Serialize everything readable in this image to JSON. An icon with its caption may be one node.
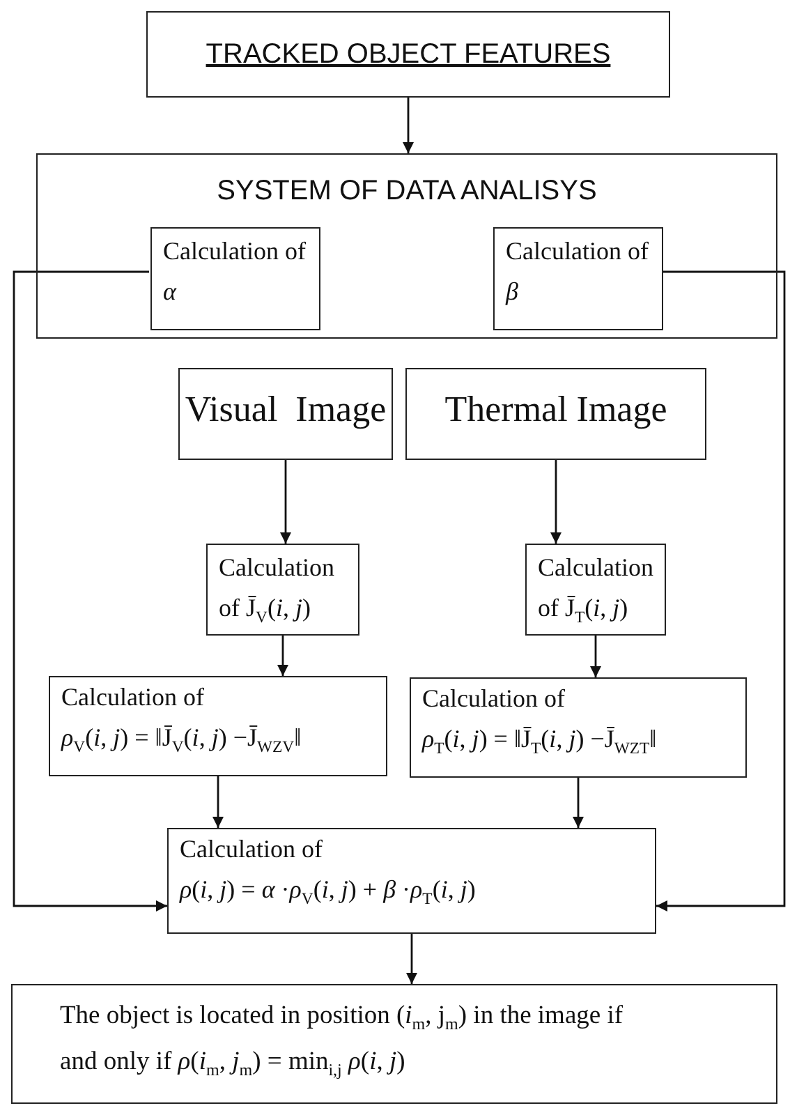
{
  "diagram": {
    "nodes": [
      {
        "text": [
          "TRACKED OBJECT FEATURES"
        ]
      },
      {
        "text": [
          "SYSTEM OF DATA ANALISYS"
        ]
      },
      {
        "text": [
          "Calculation of *α*"
        ],
        "in": 1
      },
      {
        "text": [
          "Calculation of *β*"
        ],
        "in": 1
      },
      {
        "text": [
          "Visual  Image"
        ]
      },
      {
        "text": [
          "Thermal Image"
        ]
      },
      {
        "text": [
          "Calculation of J̄$_{V}$(*i*, *j*)"
        ]
      },
      {
        "text": [
          "Calculation of J̄$_{T}$(*i*, *j*)"
        ]
      },
      {
        "text": [
          "Calculation of",
          "*ρ*$_{V}$(*i*, *j*) = ‖J̄$_{V}$(*i*, *j*) −J̄$_{WZV}$‖"
        ]
      },
      {
        "text": [
          "Calculation of",
          "*ρ*$_{T}$(*i*, *j*) = ‖J̄$_{T}$(*i*, *j*) −J̄$_{WZT}$‖"
        ]
      },
      {
        "text": [
          "Calculation of",
          "*ρ*(*i*, *j*) = *α* ·*ρ*$_{V}$(*i*, *j*) + *β* ·*ρ*$_{T}$(*i*, *j*)"
        ]
      },
      {
        "text": [
          "The object is located in position (*i*$_{m}$, j$_{m}$) in the image if and only if *ρ*(*i*$_{m}$, *j*$_{m}$) = min$_{i,j}$ *ρ*(*i*, *j*)"
        ]
      }
    ],
    "edges": [
      {
        "from": 0,
        "to": 1,
        "arrow": "to"
      },
      {
        "from": 4,
        "to": 6,
        "arrow": "to"
      },
      {
        "from": 5,
        "to": 7,
        "arrow": "to"
      },
      {
        "from": 6,
        "to": 8,
        "arrow": "to"
      },
      {
        "from": 7,
        "to": 9,
        "arrow": "to"
      },
      {
        "from": 8,
        "to": 10,
        "arrow": "to"
      },
      {
        "from": 9,
        "to": 10,
        "arrow": "to"
      },
      {
        "from": 2,
        "to": 10,
        "arrow": "to"
      },
      {
        "from": 3,
        "to": 10,
        "arrow": "to"
      },
      {
        "from": 10,
        "to": 11,
        "arrow": "to"
      }
    ]
  }
}
